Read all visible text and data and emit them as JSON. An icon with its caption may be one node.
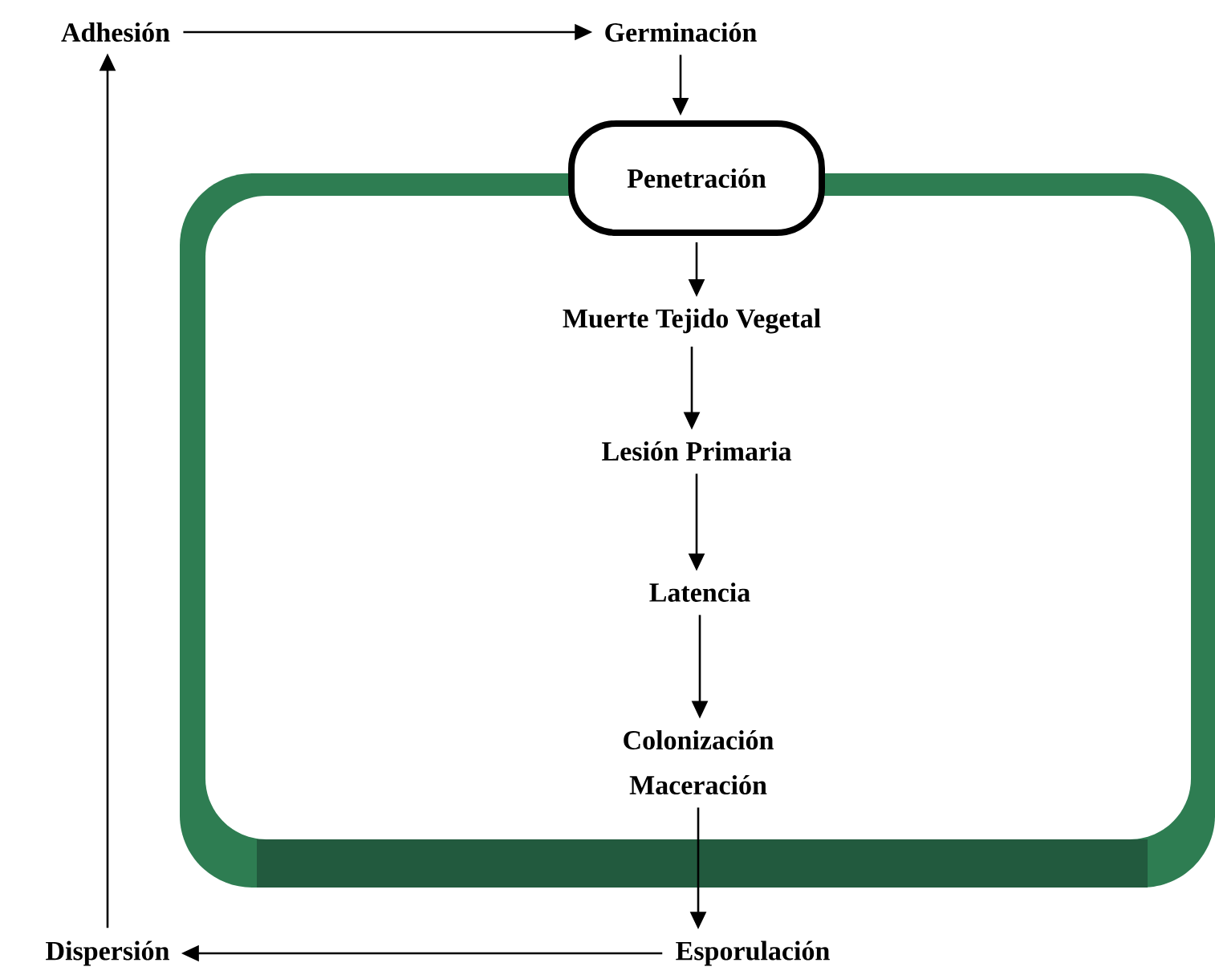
{
  "diagram": {
    "nodes": [
      {
        "text": [
          "Adhesión"
        ]
      },
      {
        "text": [
          "Germinación"
        ]
      },
      {
        "text": [],
        "shape": "box"
      },
      {
        "text": [
          "Penetración"
        ]
      },
      {
        "text": [
          "Muerte Tejido Vegetal"
        ],
        "in": 2
      },
      {
        "text": [
          "Lesión Primaria"
        ],
        "in": 2
      },
      {
        "text": [
          "Latencia"
        ],
        "in": 2
      },
      {
        "text": [
          "Colonización Maceración"
        ],
        "in": 2
      },
      {
        "text": [
          "Esporulación"
        ]
      },
      {
        "text": [
          "Dispersión"
        ]
      }
    ],
    "edges": [
      {
        "from": 0,
        "to": 1,
        "arrow": "to"
      },
      {
        "from": 1,
        "to": 3,
        "arrow": "to"
      },
      {
        "from": 3,
        "to": 4,
        "arrow": "to"
      },
      {
        "from": 4,
        "to": 5,
        "arrow": "to"
      },
      {
        "from": 5,
        "to": 6,
        "arrow": "to"
      },
      {
        "from": 6,
        "to": 7,
        "arrow": "to"
      },
      {
        "from": 7,
        "to": 8,
        "arrow": "to"
      },
      {
        "from": 8,
        "to": 9,
        "arrow": "to"
      },
      {
        "from": 9,
        "to": 0,
        "arrow": "to"
      }
    ]
  }
}
